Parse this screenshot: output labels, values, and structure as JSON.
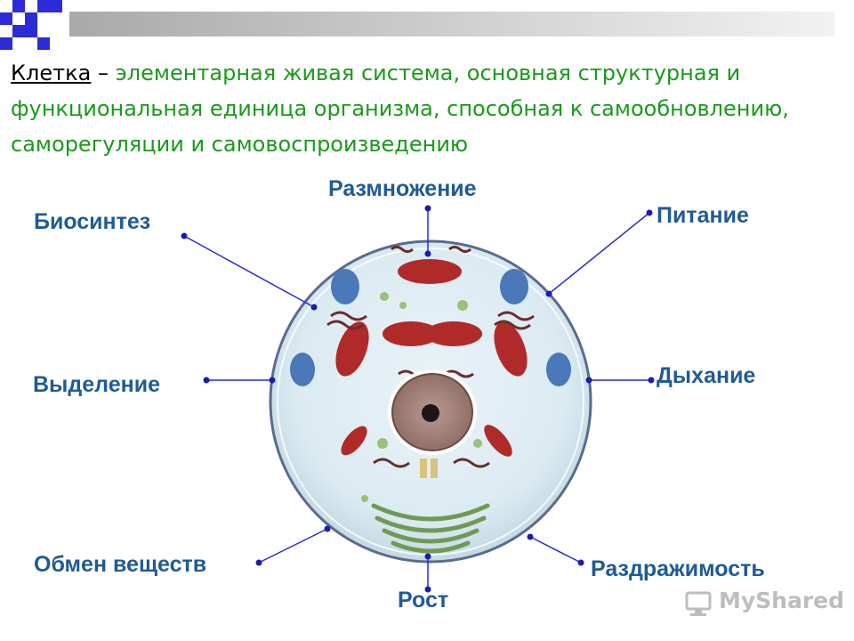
{
  "definition": {
    "term": "Клетка",
    "dash": " – ",
    "text": "элементарная живая система, основная структурная и функциональная единица организма, способная к самообновлению, саморегуляции и самовоспроизведению"
  },
  "labels": {
    "reproduction": "Размножение",
    "biosynthesis": "Биосинтез",
    "nutrition": "Питание",
    "excretion": "Выделение",
    "respiration": "Дыхание",
    "metabolism": "Обмен веществ",
    "growth": "Рост",
    "irritability": "Раздражимость"
  },
  "watermark": {
    "text": "MyShared"
  },
  "colors": {
    "label": "#1f5b96",
    "definition_text": "#1a9a1a",
    "connector_line": "#2a2ad0",
    "accent_blue": "#2c2cd6"
  },
  "icons": [
    "monitor-icon"
  ]
}
